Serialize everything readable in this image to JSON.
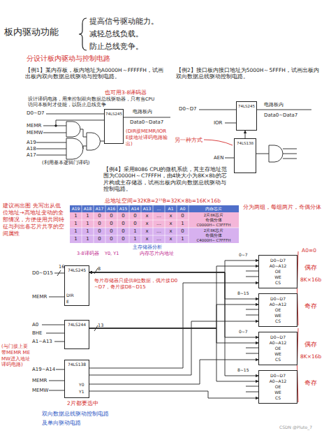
{
  "diagram": {
    "nodes": [
      {
        "text": [
          "74LS245"
        ]
      },
      {
        "text": [
          "74LS245"
        ]
      },
      {
        "text": [
          "74LS138"
        ]
      },
      {
        "text": [
          "74LS245"
        ]
      },
      {
        "text": [
          "74LS244"
        ]
      },
      {
        "text": [
          "74LS138"
        ]
      },
      {
        "text": [
          "D0~D7",
          "A0~A12",
          "OE",
          "WE",
          "CS"
        ]
      },
      {
        "text": [
          "D0~D7",
          "A0~A12",
          "OE",
          "WE",
          "CS"
        ]
      },
      {
        "text": [
          "D0~D7",
          "A0~A12",
          "OE",
          "WE",
          "CS"
        ]
      },
      {
        "text": [
          "D0~D7",
          "A0~A12",
          "OE",
          "WE",
          "CS"
        ]
      }
    ],
    "edges": [
      {
        "from": 2,
        "to": 1,
        "arrow": "to"
      },
      {
        "from": 3,
        "to": 6,
        "arrow": "both"
      },
      {
        "from": 3,
        "to": 7,
        "arrow": "both"
      },
      {
        "from": 3,
        "to": 8,
        "arrow": "both"
      },
      {
        "from": 3,
        "to": 9,
        "arrow": "both"
      },
      {
        "from": 4,
        "to": 6,
        "arrow": "to"
      },
      {
        "from": 4,
        "to": 7,
        "arrow": "to"
      },
      {
        "from": 4,
        "to": 8,
        "arrow": "to"
      },
      {
        "from": 4,
        "to": 9,
        "arrow": "to"
      },
      {
        "from": 5,
        "to": 6,
        "arrow": "to"
      },
      {
        "from": 5,
        "to": 7,
        "arrow": "to"
      },
      {
        "from": 5,
        "to": 8,
        "arrow": "to"
      },
      {
        "from": 5,
        "to": 9,
        "arrow": "to"
      }
    ],
    "labels": [
      "板内驱动功能",
      "提高信号驱动能力。",
      "减轻总线负载。",
      "防止总线竞争。",
      "分设计板内驱动与控制电路",
      "也可用3-8译码器",
      "设计译码电路，用来控制双向数据总线驱动器，只有当CPU访问本板时才使能，以防止总线竞争",
      "D0~D7",
      "MEMR",
      "MEMW",
      "A19",
      "A18",
      "A17",
      "电路板内",
      "Data0~Data7",
      "(利用基本逻辑门译码)",
      "(DIR接MEMR/IOR E接地址译码电路输出)",
      "D0~D7",
      "电路板内",
      "Data0~Data7",
      "另一种方式",
      "IOR",
      "AEN",
      "总地址空间=32KB=2¹⁵B=32K×8b=16K×16b",
      "分为两组，每组两片，奇偶分体",
      "主存储器分析",
      "建议画出图 先写出从低位地址→高地址变动的全部情况，方便使用共同特征与列出各芯片共享的空间属性",
      "3-8译码器",
      "Y0, Y1",
      "内存芯片内地址",
      "D0~D15",
      "16",
      "8",
      "DIR",
      "E",
      "MEMR",
      "A0",
      "BHE",
      "A1~A13",
      "13",
      "A19~A14",
      "MEMR",
      "MEMW",
      "Y0",
      "Y1",
      "0~7",
      "8~15",
      "0~7",
      "8~15",
      "每片存储器只提供8位数据，偶片接D0~D7，奇片接D8~D15",
      "2片都要选中",
      "(与门接上要带MEMR MEMW进入地址译码电路)",
      "A0=0",
      "偶存",
      "奇存",
      "偶存",
      "奇存",
      "8K×16b",
      "8K×16b",
      "双向数据总线驱动控制电路",
      "及单向驱动电路",
      "CSDN @Pluto_7",
      "【例1】某内存板，板内地址为A0000H～FFFFFH，试画出板内双向数据总线驱动与控制电路。",
      "【例2】接口板内接口地址为5000H～5FFFH，试画出板内双向数据总线驱动控制电路。",
      "【例4】采用8086 CPU的微机系统，其主存地址范围为C0000H～C7FFFH，由4块大小为8K×8b的芯片构成主存储器，试画出板内双向数据总线驱动与控制电路。",
      "A19",
      "A18",
      "A17",
      "A16",
      "A15",
      "A14",
      "A13",
      "…",
      "A1",
      "A0",
      "内存芯片",
      "1",
      "1",
      "0",
      "0",
      "0",
      "0",
      "x",
      "…",
      "x",
      "0",
      "1",
      "1",
      "0",
      "0",
      "0",
      "0",
      "x",
      "…",
      "x",
      "1",
      "1",
      "1",
      "0",
      "0",
      "0",
      "1",
      "x",
      "…",
      "x",
      "0",
      "1",
      "1",
      "0",
      "0",
      "0",
      "1",
      "x",
      "…",
      "x",
      "1",
      "2片8K芯片",
      "奇偶分体",
      "C0000H～C3FFFH",
      "2片8K芯片",
      "奇偶分体",
      "C4000H～C7FFFH"
    ]
  }
}
